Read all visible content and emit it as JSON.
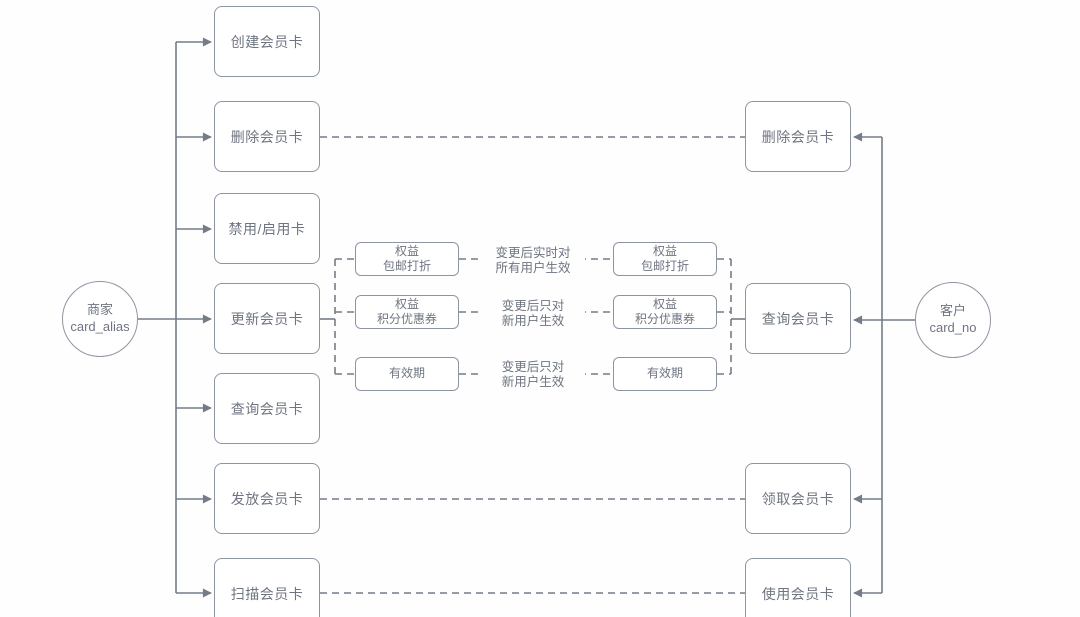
{
  "flow": {
    "actors": {
      "merchant": {
        "label": "商家\ncard_alias"
      },
      "customer": {
        "label": "客户\ncard_no"
      }
    },
    "merchant_ops": [
      {
        "label": "创建会员卡"
      },
      {
        "label": "删除会员卡"
      },
      {
        "label": "禁用/启用卡"
      },
      {
        "label": "更新会员卡"
      },
      {
        "label": "查询会员卡"
      },
      {
        "label": "发放会员卡"
      },
      {
        "label": "扫描会员卡"
      }
    ],
    "customer_ops": [
      {
        "label": "删除会员卡"
      },
      {
        "label": "查询会员卡"
      },
      {
        "label": "领取会员卡"
      },
      {
        "label": "使用会员卡"
      }
    ],
    "card_attrs_left": [
      {
        "label": "权益\n包邮打折"
      },
      {
        "label": "权益\n积分优惠券"
      },
      {
        "label": "有效期"
      }
    ],
    "card_attrs_right": [
      {
        "label": "权益\n包邮打折"
      },
      {
        "label": "权益\n积分优惠券"
      },
      {
        "label": "有效期"
      }
    ],
    "edge_labels": [
      {
        "label": "变更后实时对\n所有用户生效"
      },
      {
        "label": "变更后只对\n新用户生效"
      },
      {
        "label": "变更后只对\n新用户生效"
      }
    ],
    "colors": {
      "line": "#747b89",
      "box_border": "#8e95a2",
      "text": "#6e7480",
      "background": "#fefefe"
    }
  }
}
